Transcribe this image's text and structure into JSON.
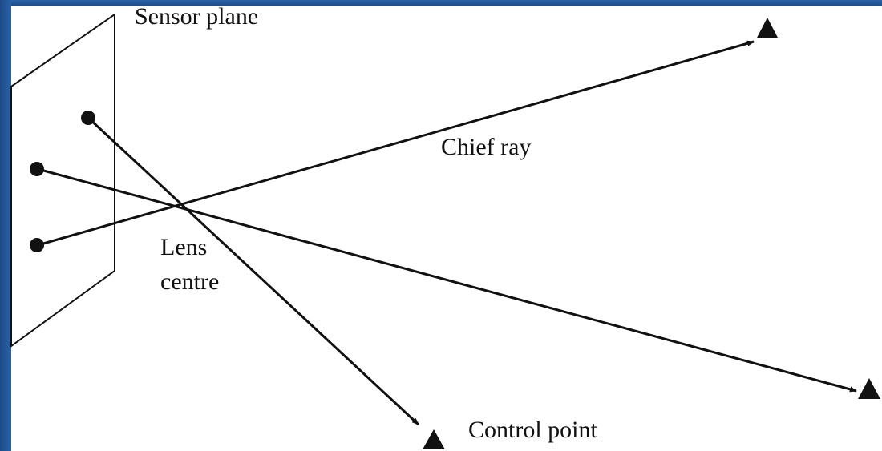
{
  "labels": {
    "sensor_plane": "Sensor plane",
    "chief_ray": "Chief ray",
    "lens_line1": "Lens",
    "lens_line2": "centre",
    "control_point": "Control point"
  },
  "colors": {
    "frame": "#1f4f8f",
    "background": "#ffffff",
    "ink": "#111111"
  }
}
